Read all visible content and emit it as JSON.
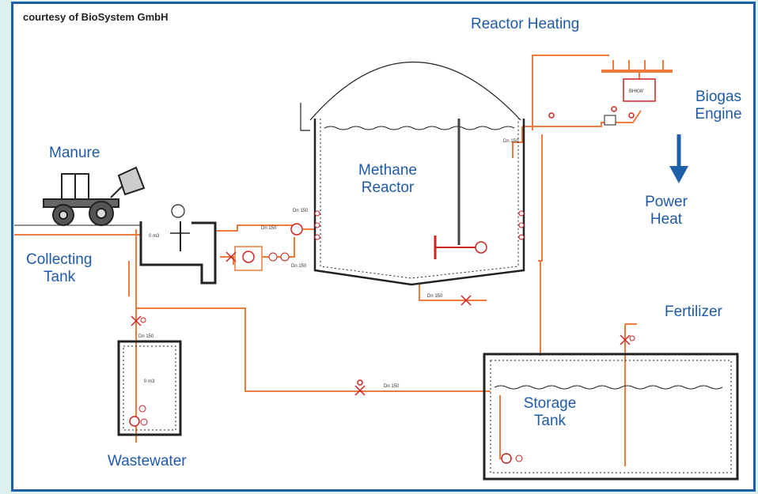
{
  "credit": "courtesy of BioSystem GmbH",
  "labels": {
    "reactor_heating": "Reactor Heating",
    "biogas_engine_line1": "Biogas",
    "biogas_engine_line2": "Engine",
    "manure": "Manure",
    "methane_reactor_line1": "Methane",
    "methane_reactor_line2": "Reactor",
    "power": "Power",
    "heat": "Heat",
    "collecting_tank_line1": "Collecting",
    "collecting_tank_line2": "Tank",
    "fertilizer": "Fertilizer",
    "storage_tank_line1": "Storage",
    "storage_tank_line2": "Tank",
    "wastewater": "Wastewater"
  },
  "colors": {
    "pipe": "#f07a3c",
    "outline": "#222222",
    "label": "#1f5aa6",
    "arrow": "#1f5fa8",
    "frame": "#1f5fa8"
  }
}
